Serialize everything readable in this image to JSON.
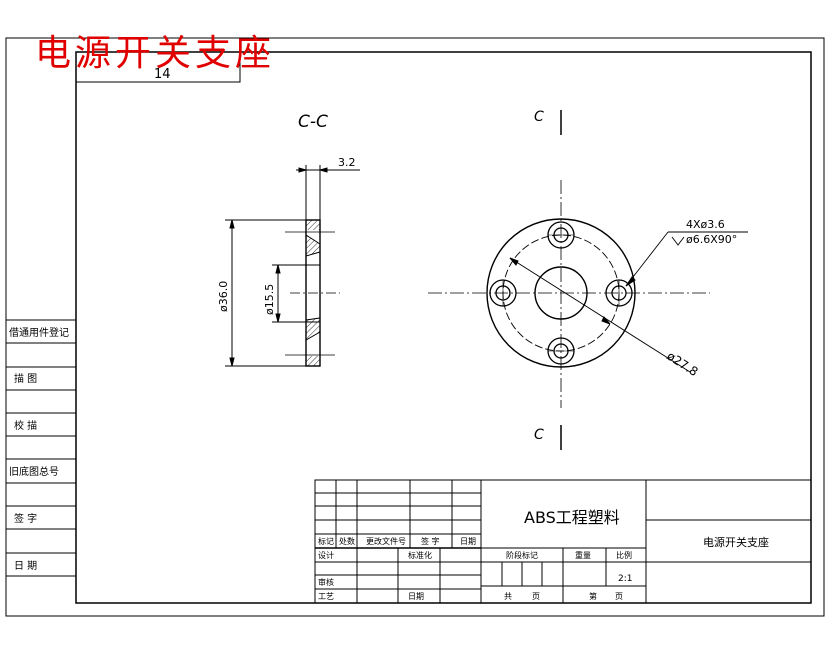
{
  "title_red": "电源开关支座",
  "part_no": "14",
  "section_label": "C-C",
  "cut_label": "C",
  "dims": {
    "thickness": "3.2",
    "outer_dia": "ø36.0",
    "inner_dia": "ø15.5",
    "bolt_circle": "ø27.8",
    "holes": "4Xø3.6",
    "countersink": "ø6.6X90°"
  },
  "side_labels": [
    "借通用件登记",
    "描  图",
    "校  描",
    "旧底图总号",
    "签  字",
    "日  期"
  ],
  "title_block": {
    "material": "ABS工程塑料",
    "part_name": "电源开关支座",
    "revision_headers": [
      "标记",
      "处数",
      "更改文件号",
      "签  字",
      "日期"
    ],
    "design": "设计",
    "standardization": "标准化",
    "review": "审核",
    "process": "工艺",
    "date": "日期",
    "stage_mark": "阶段标记",
    "weight": "重量",
    "scale": "比例",
    "scale_value": "2:1",
    "total": "共",
    "sheet_unit": "页",
    "sheet": "第",
    "sheet_unit2": "页"
  }
}
